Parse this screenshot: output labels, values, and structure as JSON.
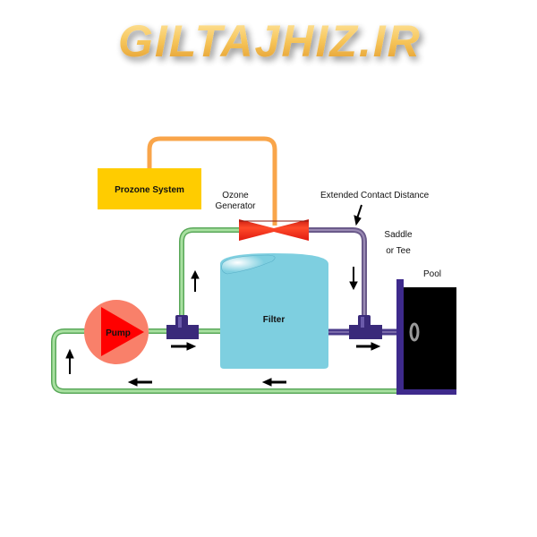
{
  "watermark": "GILTAJHIZ.IR",
  "labels": {
    "prozone": "Prozone System",
    "ozone_line1": "Ozone",
    "ozone_line2": "Generator",
    "extended": "Extended Contact Distance",
    "saddle_line1": "Saddle",
    "saddle_line2": "or Tee",
    "pool": "Pool",
    "filter": "Filter",
    "pump": "Pump"
  },
  "colors": {
    "prozone_box": "#ffcc00",
    "ozone_pipe": "#f9a54a",
    "green_pipe": "#8fd08a",
    "purple_pipe": "#7a6a9a",
    "filter": "#7ecfe0",
    "pump_circle": "#f9806a",
    "pump_triangle": "#ff0000",
    "valve": "#f22a1a",
    "tee": "#3a2a7a",
    "pool_frame": "#3e2a8c"
  }
}
